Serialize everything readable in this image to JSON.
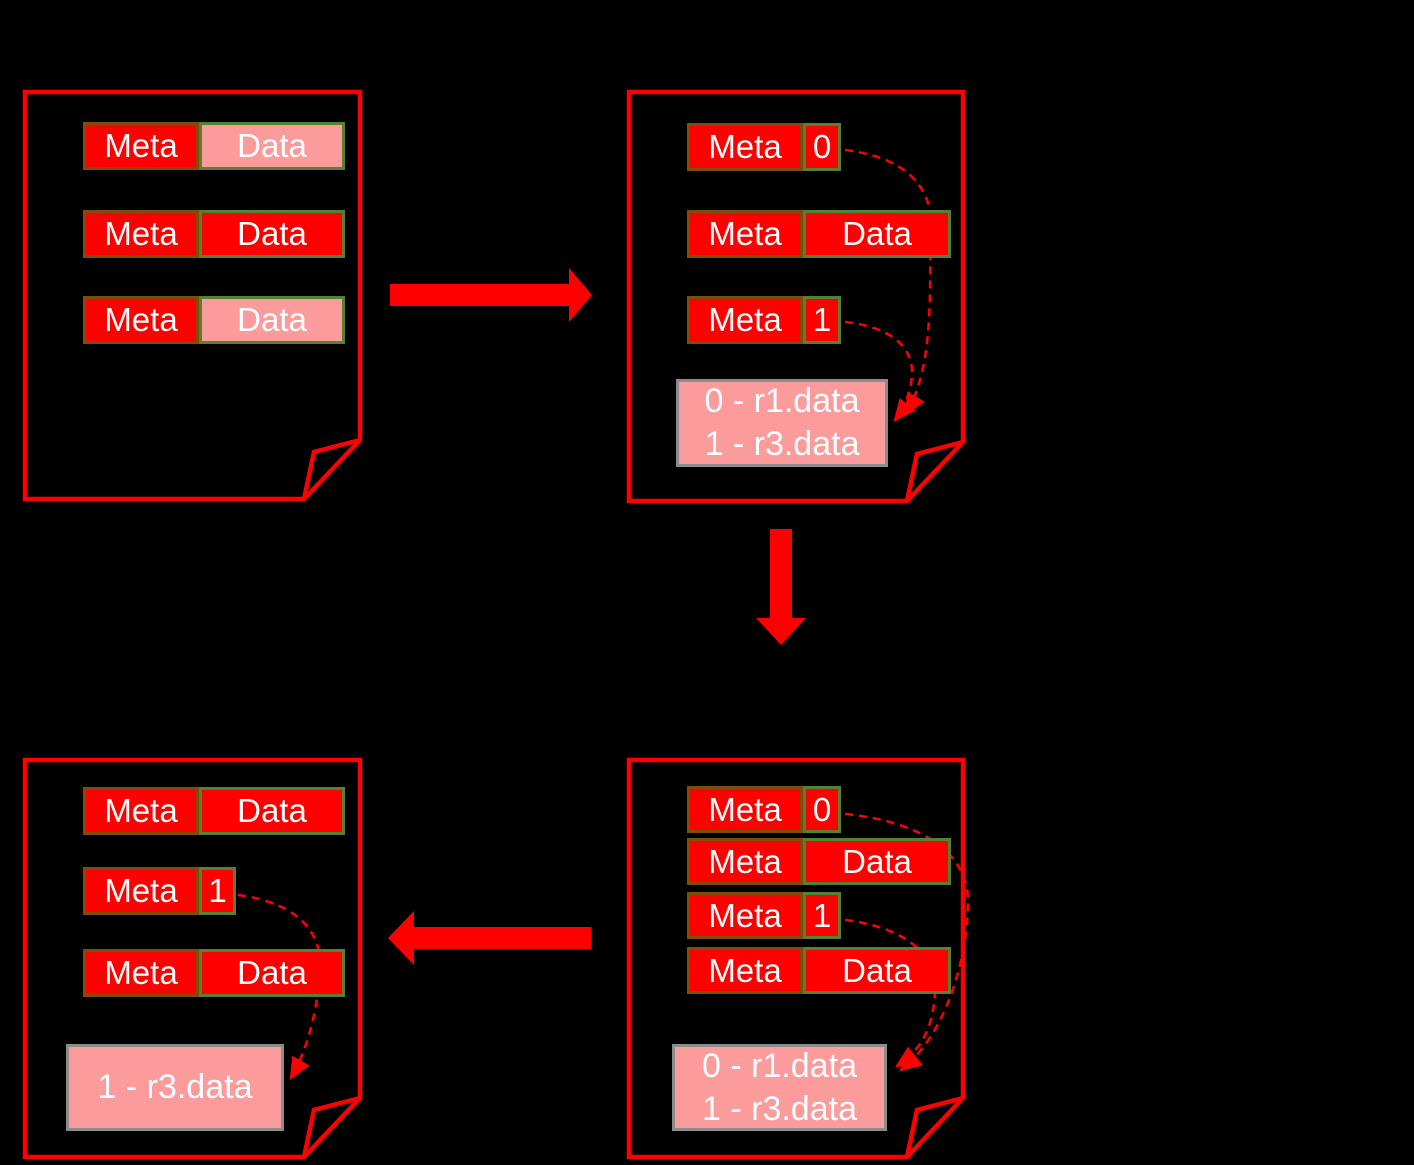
{
  "diagram": {
    "description_visible_text_only": true,
    "colors": {
      "background": "#000000",
      "red": "#FF0000",
      "pink_fill": "#FC9B9B",
      "meta_cell_border": "#7E4D0C",
      "value_cell_border": "#548235",
      "note_box_border": "#8C8C8C",
      "text": "#FFFFFF"
    },
    "pages": {
      "top_left": {
        "rows": [
          {
            "meta": "Meta",
            "value": "Data"
          },
          {
            "meta": "Meta",
            "value": "Data"
          },
          {
            "meta": "Meta",
            "value": "Data"
          }
        ]
      },
      "top_right": {
        "rows": [
          {
            "meta": "Meta",
            "value": "0"
          },
          {
            "meta": "Meta",
            "value": "Data"
          },
          {
            "meta": "Meta",
            "value": "1"
          }
        ],
        "note": {
          "line1": "0 - r1.data",
          "line2": "1 - r3.data"
        }
      },
      "bottom_left": {
        "rows": [
          {
            "meta": "Meta",
            "value": "Data"
          },
          {
            "meta": "Meta",
            "value": "1"
          },
          {
            "meta": "Meta",
            "value": "Data"
          }
        ],
        "note": {
          "line1": "1 - r3.data"
        }
      },
      "bottom_right": {
        "rows": [
          {
            "meta": "Meta",
            "value": "0"
          },
          {
            "meta": "Meta",
            "value": "Data"
          },
          {
            "meta": "Meta",
            "value": "1"
          },
          {
            "meta": "Meta",
            "value": "Data"
          }
        ],
        "note": {
          "line1": "0 - r1.data",
          "line2": "1 - r3.data"
        }
      }
    }
  }
}
